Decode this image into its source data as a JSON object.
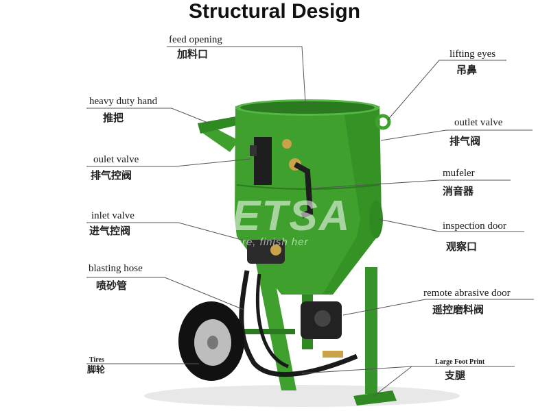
{
  "title": "Structural Design",
  "colors": {
    "tank": "#3fa02e",
    "tank_dark": "#2b7a1f",
    "leader": "#555555"
  },
  "labels": {
    "feed_opening": {
      "en": "feed opening",
      "zh": "加料口"
    },
    "lifting_eyes": {
      "en": "lifting eyes",
      "zh": "吊鼻"
    },
    "heavy_duty_hand": {
      "en": "heavy duty hand",
      "zh": "推把"
    },
    "outlet_valve_right": {
      "en": "outlet valve",
      "zh": "排气阀"
    },
    "oulet_valve_left": {
      "en": "oulet valve",
      "zh": "排气控阀"
    },
    "mufeler": {
      "en": "mufeler",
      "zh": "消音器"
    },
    "inlet_valve": {
      "en": "inlet valve",
      "zh": "进气控阀"
    },
    "inspection_door": {
      "en": "inspection door",
      "zh": "观察口"
    },
    "blasting_hose": {
      "en": "blasting hose",
      "zh": "喷砂管"
    },
    "remote_abrasive_door": {
      "en": "remote abrasive door",
      "zh": "遥控磨料阀"
    },
    "tires": {
      "en": "Tires",
      "zh": "脚轮"
    },
    "large_foot_print": {
      "en": "Large Foot Print",
      "zh": "支腿"
    }
  },
  "watermark": {
    "main": "ETSA",
    "sub": "rt here, finish her"
  }
}
